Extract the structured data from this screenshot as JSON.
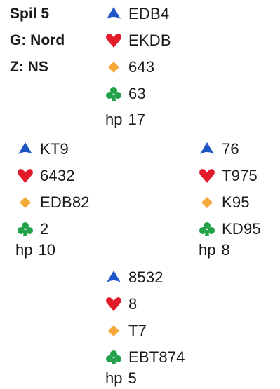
{
  "deal": {
    "board": "Spil 5",
    "dealer": "G: Nord",
    "vulnerability": "Z: NS"
  },
  "colors": {
    "spades": "#1f56c6",
    "hearts": "#e21b2b",
    "diamonds": "#f5a93b",
    "clubs": "#23a24a"
  },
  "hands": {
    "north": {
      "spades": "EDB4",
      "hearts": "EKDB",
      "diamonds": "643",
      "clubs": "63",
      "hp_label": "hp",
      "hp": "17"
    },
    "west": {
      "spades": "KT9",
      "hearts": "6432",
      "diamonds": "EDB82",
      "clubs": "2",
      "hp_label": "hp",
      "hp": "10"
    },
    "east": {
      "spades": "76",
      "hearts": "T975",
      "diamonds": "K95",
      "clubs": "KD95",
      "hp_label": "hp",
      "hp": "8"
    },
    "south": {
      "spades": "8532",
      "hearts": "8",
      "diamonds": "T7",
      "clubs": "EBT874",
      "hp_label": "hp",
      "hp": "5"
    }
  }
}
